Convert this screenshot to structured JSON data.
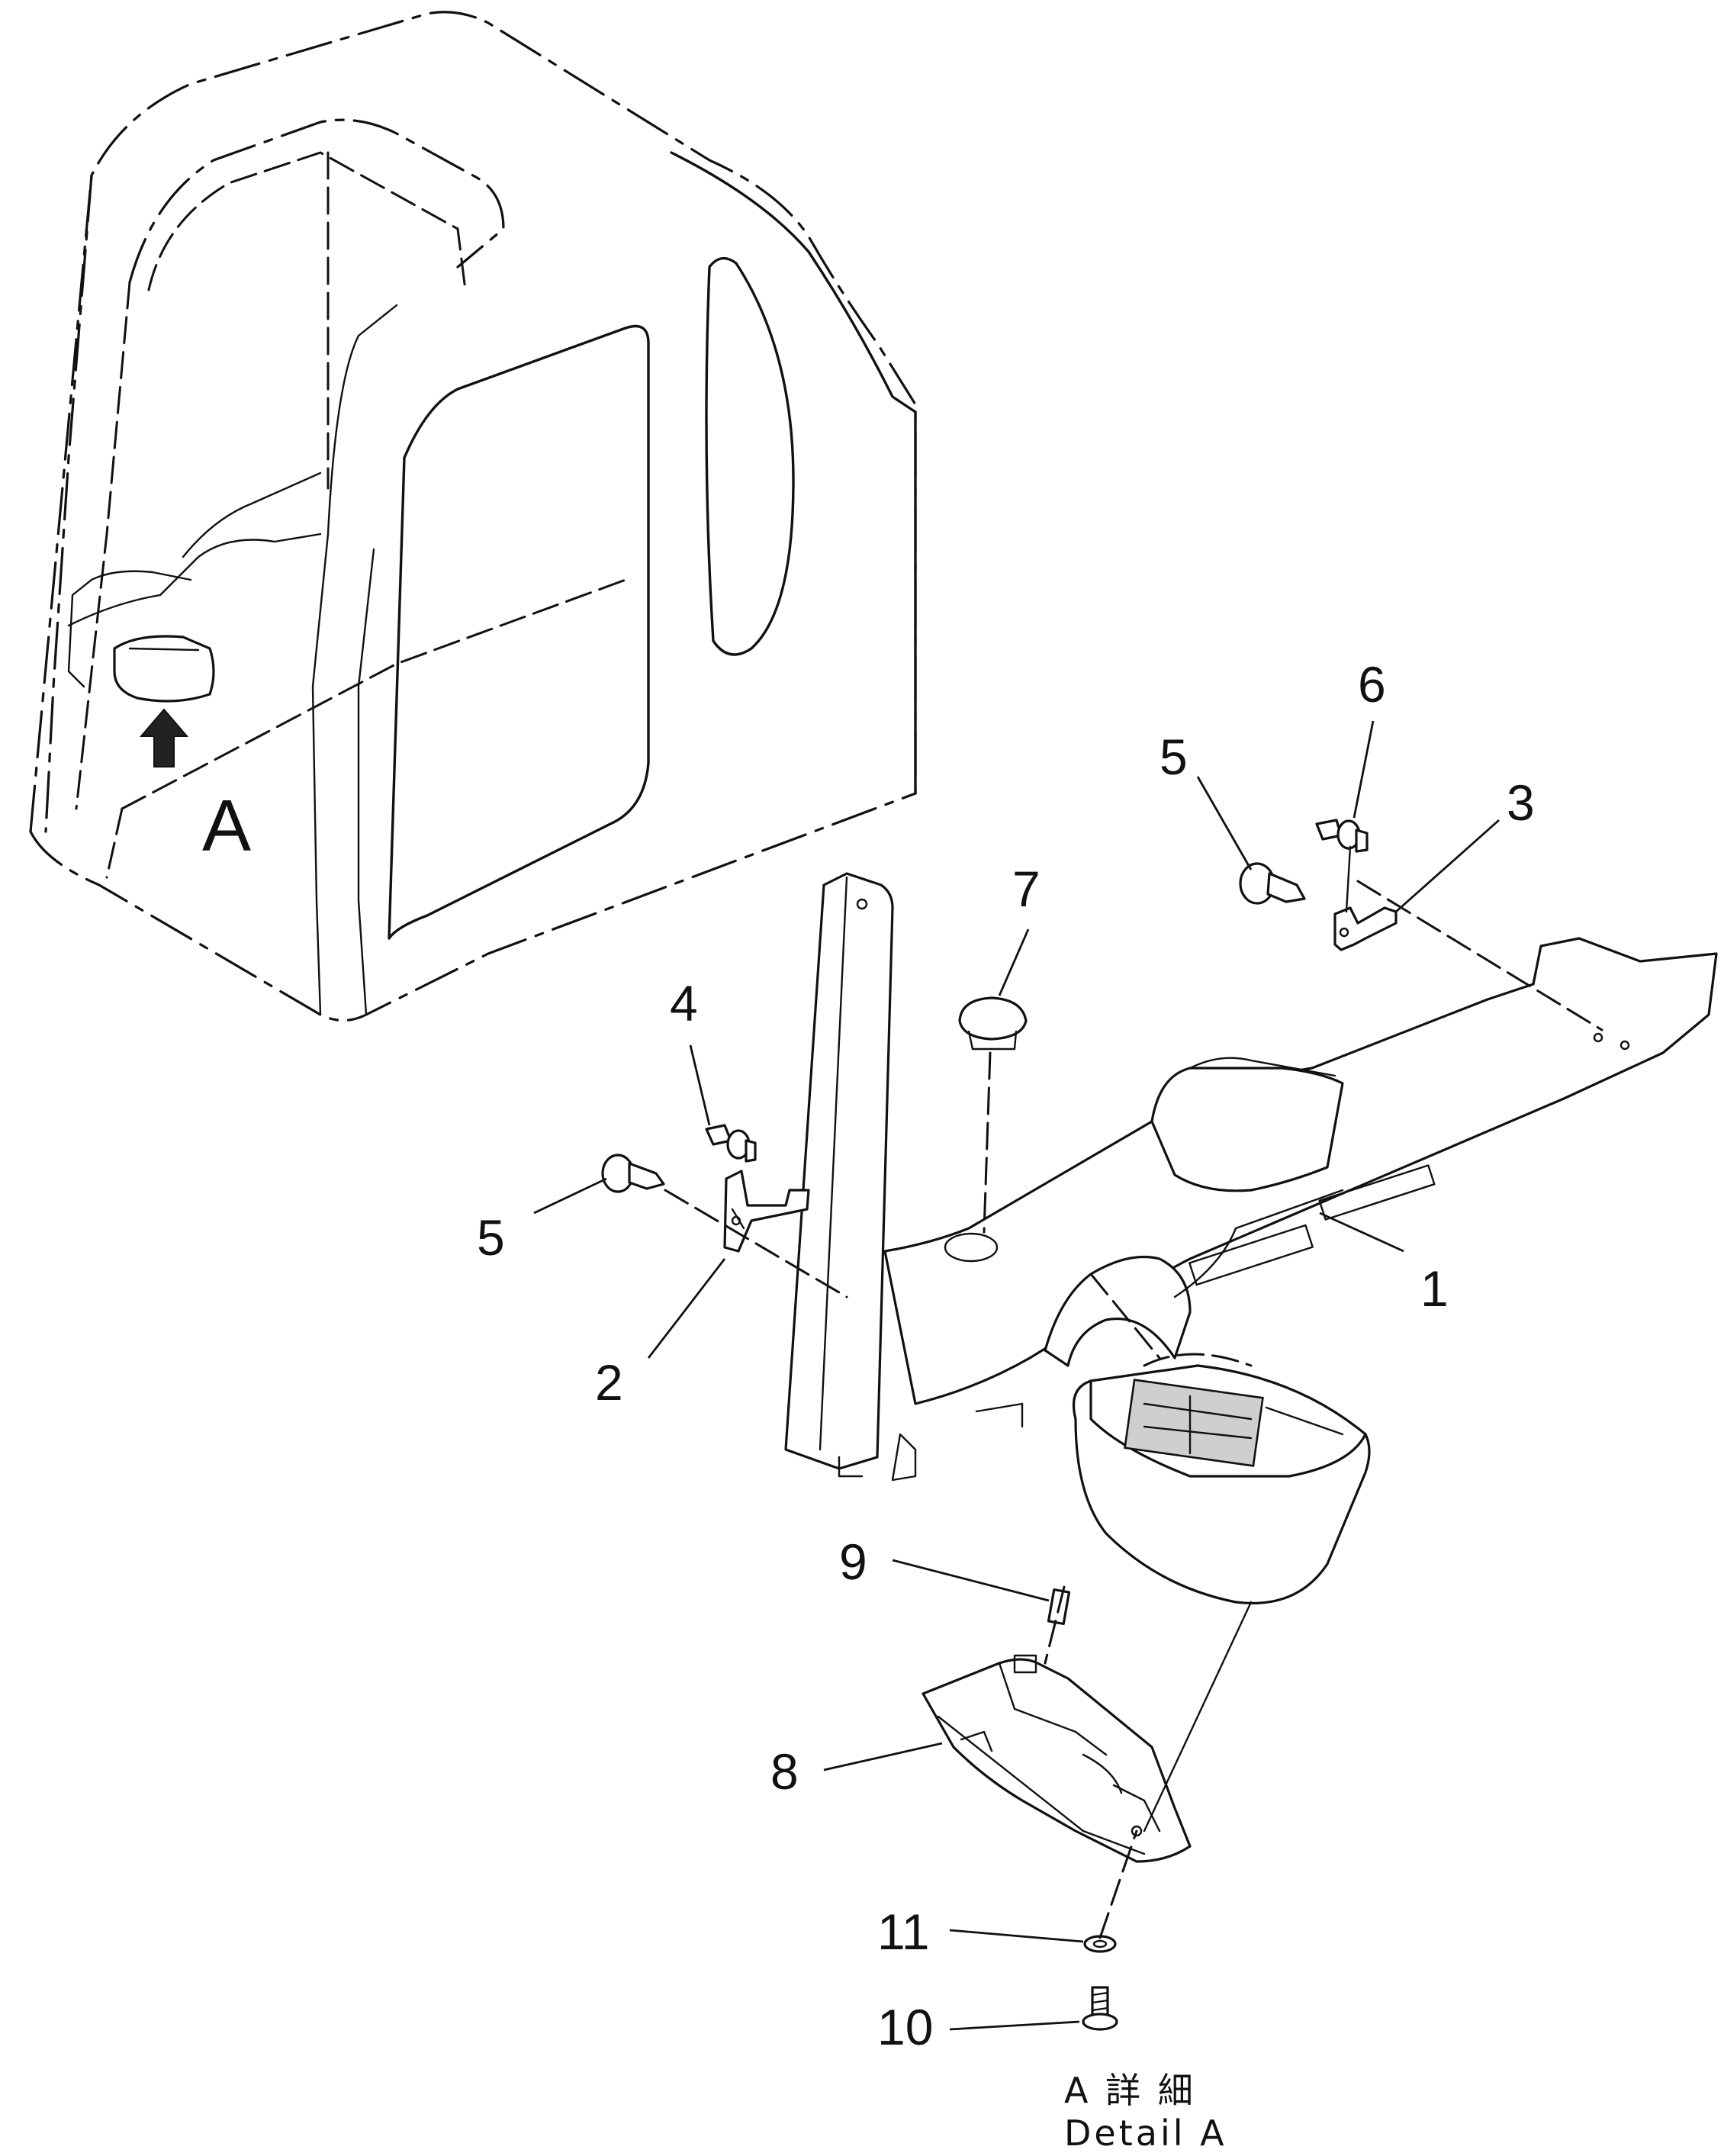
{
  "view": {
    "label": "A"
  },
  "callouts": [
    {
      "id": "1",
      "text": "1"
    },
    {
      "id": "2",
      "text": "2"
    },
    {
      "id": "3",
      "text": "3"
    },
    {
      "id": "4",
      "text": "4"
    },
    {
      "id": "5a",
      "text": "5"
    },
    {
      "id": "5b",
      "text": "5"
    },
    {
      "id": "6",
      "text": "6"
    },
    {
      "id": "7",
      "text": "7"
    },
    {
      "id": "8",
      "text": "8"
    },
    {
      "id": "9",
      "text": "9"
    },
    {
      "id": "10",
      "text": "10"
    },
    {
      "id": "11",
      "text": "11"
    }
  ],
  "caption": {
    "line1": "A 詳 細",
    "line2": "Detail A"
  }
}
